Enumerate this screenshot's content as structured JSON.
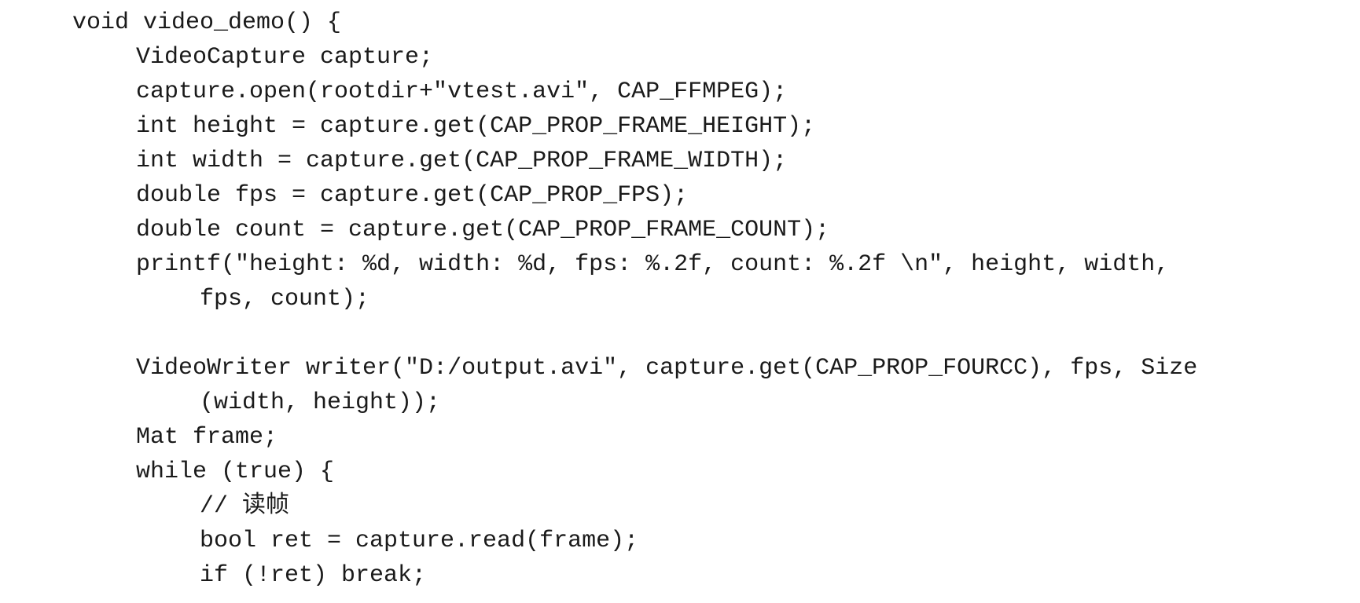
{
  "code": {
    "lines": [
      {
        "indent": 0,
        "text": "void video_demo() {"
      },
      {
        "indent": 1,
        "text": "VideoCapture capture;"
      },
      {
        "indent": 1,
        "text": "capture.open(rootdir+\"vtest.avi\", CAP_FFMPEG);"
      },
      {
        "indent": 1,
        "text": "int height = capture.get(CAP_PROP_FRAME_HEIGHT);"
      },
      {
        "indent": 1,
        "text": "int width = capture.get(CAP_PROP_FRAME_WIDTH);"
      },
      {
        "indent": 1,
        "text": "double fps = capture.get(CAP_PROP_FPS);"
      },
      {
        "indent": 1,
        "text": "double count = capture.get(CAP_PROP_FRAME_COUNT);"
      },
      {
        "indent": 1,
        "text": "printf(\"height: %d, width: %d, fps: %.2f, count: %.2f \\n\", height, width,"
      },
      {
        "indent": 2,
        "text": "fps, count);"
      },
      {
        "indent": 0,
        "text": ""
      },
      {
        "indent": 1,
        "text": "VideoWriter writer(\"D:/output.avi\", capture.get(CAP_PROP_FOURCC), fps, Size"
      },
      {
        "indent": 2,
        "text": "(width, height));"
      },
      {
        "indent": 1,
        "text": "Mat frame;"
      },
      {
        "indent": 1,
        "text": "while (true) {"
      },
      {
        "indent": 2,
        "text": "// 读帧"
      },
      {
        "indent": 2,
        "text": "bool ret = capture.read(frame);"
      },
      {
        "indent": 2,
        "text": "if (!ret) break;"
      }
    ]
  }
}
